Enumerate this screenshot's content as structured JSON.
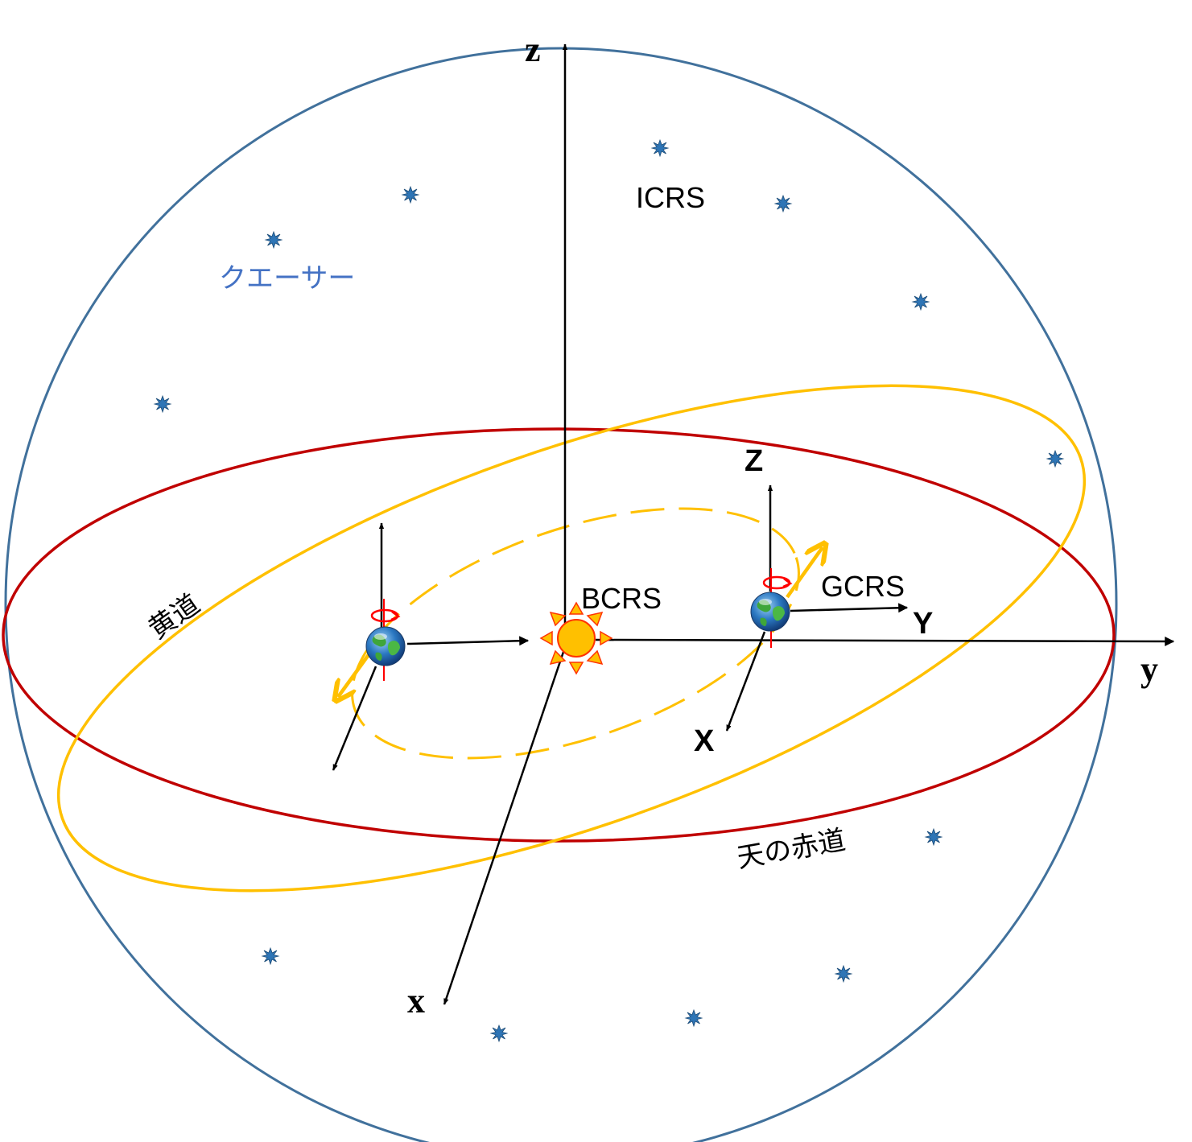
{
  "labels": {
    "z_axis": "z",
    "y_axis": "y",
    "x_axis": "x",
    "icrs": "ICRS",
    "bcrs": "BCRS",
    "gcrs": "GCRS",
    "geo_z": "Z",
    "geo_y": "Y",
    "geo_x": "X",
    "quasar": "クエーサー",
    "ecliptic": "黄道",
    "celestial_equator": "天の赤道"
  },
  "colors": {
    "celestial_sphere": "#41719C",
    "equator": "#C00000",
    "ecliptic": "#FFC000",
    "axes": "#000000",
    "quasar_text": "#4472C4",
    "star": "#2E75B6",
    "sun_fill": "#FFC000",
    "sun_rays": "#FF3300",
    "rotation_arrow": "#FF0000"
  },
  "icons": [
    "quasar-star-icon",
    "sun-icon",
    "earth-icon",
    "rotation-arrow-icon"
  ]
}
